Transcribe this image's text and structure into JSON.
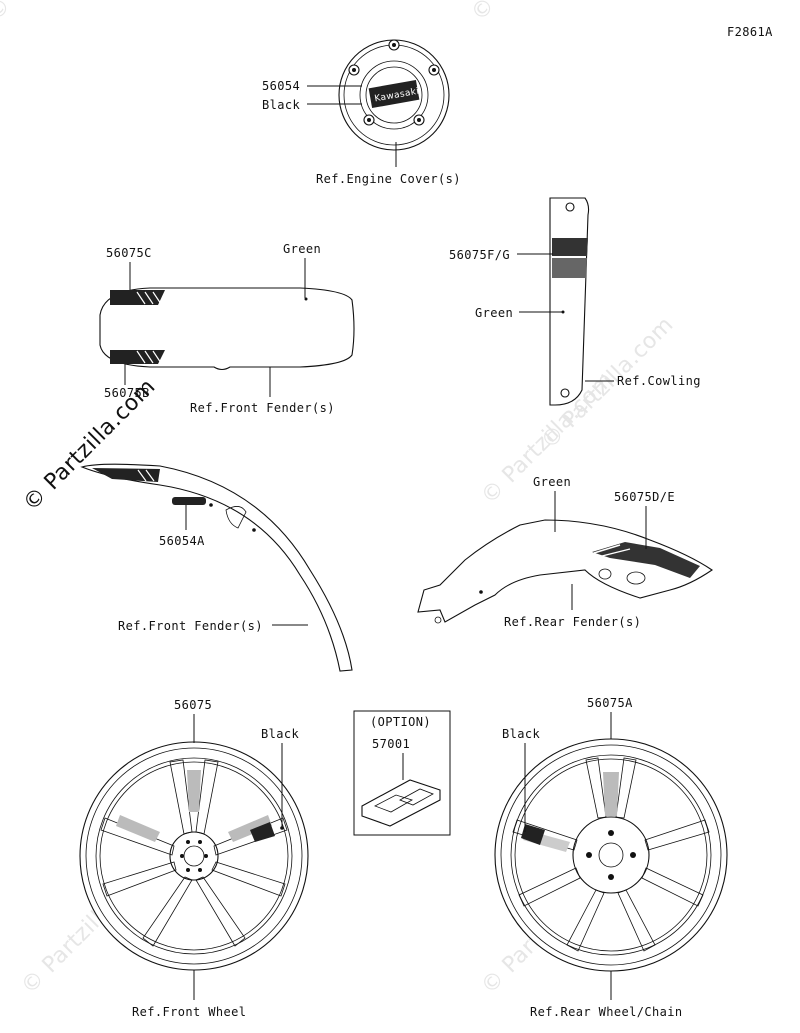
{
  "figure_id": "F2861A",
  "watermark": "© Partzilla.com",
  "callouts": {
    "engine_cover_part": "56054",
    "engine_cover_color": "Black",
    "engine_cover_ref": "Ref.Engine Cover(s)",
    "front_fender_top_part": "56075C",
    "front_fender_top_color": "Green",
    "front_fender_top_part_lower": "56075B",
    "front_fender_top_ref": "Ref.Front Fender(s)",
    "cowling_part": "56075F/G",
    "cowling_color": "Green",
    "cowling_ref": "Ref.Cowling",
    "front_fender_side_part": "56054A",
    "front_fender_side_ref": "Ref.Front Fender(s)",
    "rear_fender_color": "Green",
    "rear_fender_part": "56075D/E",
    "rear_fender_ref": "Ref.Rear Fender(s)",
    "front_wheel_part": "56075",
    "front_wheel_color": "Black",
    "front_wheel_ref": "Ref.Front Wheel",
    "option_label": "(OPTION)",
    "option_part": "57001",
    "rear_wheel_part": "56075A",
    "rear_wheel_color": "Black",
    "rear_wheel_ref": "Ref.Rear Wheel/Chain",
    "emblem_text": "Kawasaki"
  }
}
